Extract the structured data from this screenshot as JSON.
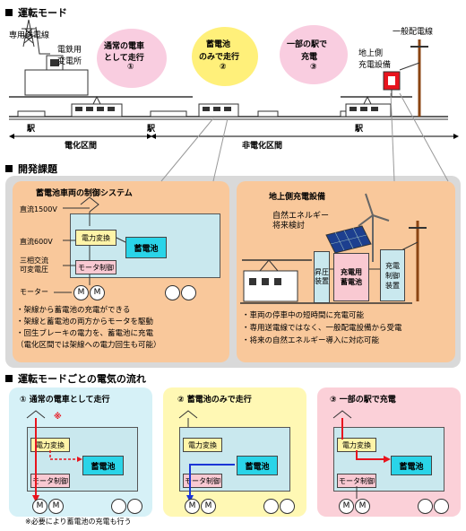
{
  "sections": {
    "operation_mode": "運転モード",
    "dev_issues": "開発課題",
    "power_flow": "運転モードごとの電気の流れ"
  },
  "top": {
    "dedicated_line": "専用送電線",
    "substation": "電鉄用\n変電所",
    "distribution_line": "一般配電線",
    "ground_equipment": "地上側\n充電設備",
    "cloud1_line1": "通常の電車",
    "cloud1_line2": "として走行",
    "cloud1_num": "①",
    "cloud2_line1": "蓄電池",
    "cloud2_line2": "のみで走行",
    "cloud2_num": "②",
    "cloud3_line1": "一部の駅で",
    "cloud3_line2": "充電",
    "cloud3_num": "③",
    "station": "駅",
    "electrified": "電化区間",
    "non_electrified": "非電化区間"
  },
  "left_panel": {
    "title": "蓄電池車両の制御システム",
    "dc1500": "直流1500V",
    "dc600": "直流600V",
    "ac": "三相交流\n可変電圧",
    "motor": "モーター",
    "power_conv": "電力変換",
    "battery": "蓄電池",
    "motor_ctrl": "モータ制御",
    "bullets": [
      "・架線から蓄電池の充電ができる",
      "・架線と蓄電池の両方からモータを駆動",
      "・回生ブレーキの電力を、蓄電池に充電",
      "（電化区間では架線への電力回生も可能）"
    ]
  },
  "right_panel": {
    "title": "地上側充電設備",
    "renewable": "自然エネルギー\n将来検討",
    "booster": "昇圧\n装置",
    "charge_battery": "充電用\n蓄電池",
    "charge_ctrl": "充電\n制御\n装置",
    "bullets": [
      "・車両の停車中の短時間に充電可能",
      "・専用送電線ではなく、一般配電設備から受電",
      "・将来の自然エネルギー導入に対応可能"
    ]
  },
  "modes": [
    {
      "title": "①  通常の電車として走行",
      "power_conv": "電力変換",
      "battery": "蓄電池",
      "motor_ctrl": "モータ制御",
      "note": "※"
    },
    {
      "title": "②  蓄電池のみで走行",
      "power_conv": "電力変換",
      "battery": "蓄電池",
      "motor_ctrl": "モータ制御"
    },
    {
      "title": "③  一部の駅で充電",
      "power_conv": "電力変換",
      "battery": "蓄電池",
      "motor_ctrl": "モータ制御"
    }
  ],
  "footnote": "※必要により蓄電池の充電も行う",
  "wheel_label": "M",
  "colors": {
    "orange_panel": "#f9c89b",
    "light_cyan": "#c9e8ee",
    "yellow_cell": "#fff4a8",
    "pink_cell": "#f9c9d2",
    "battery_cyan": "#2ad4e8",
    "red_flow": "#e8141e",
    "blue_flow": "#1b35d6",
    "cloud_pink": "#f9cde0",
    "cloud_yellow": "#fff07a"
  }
}
